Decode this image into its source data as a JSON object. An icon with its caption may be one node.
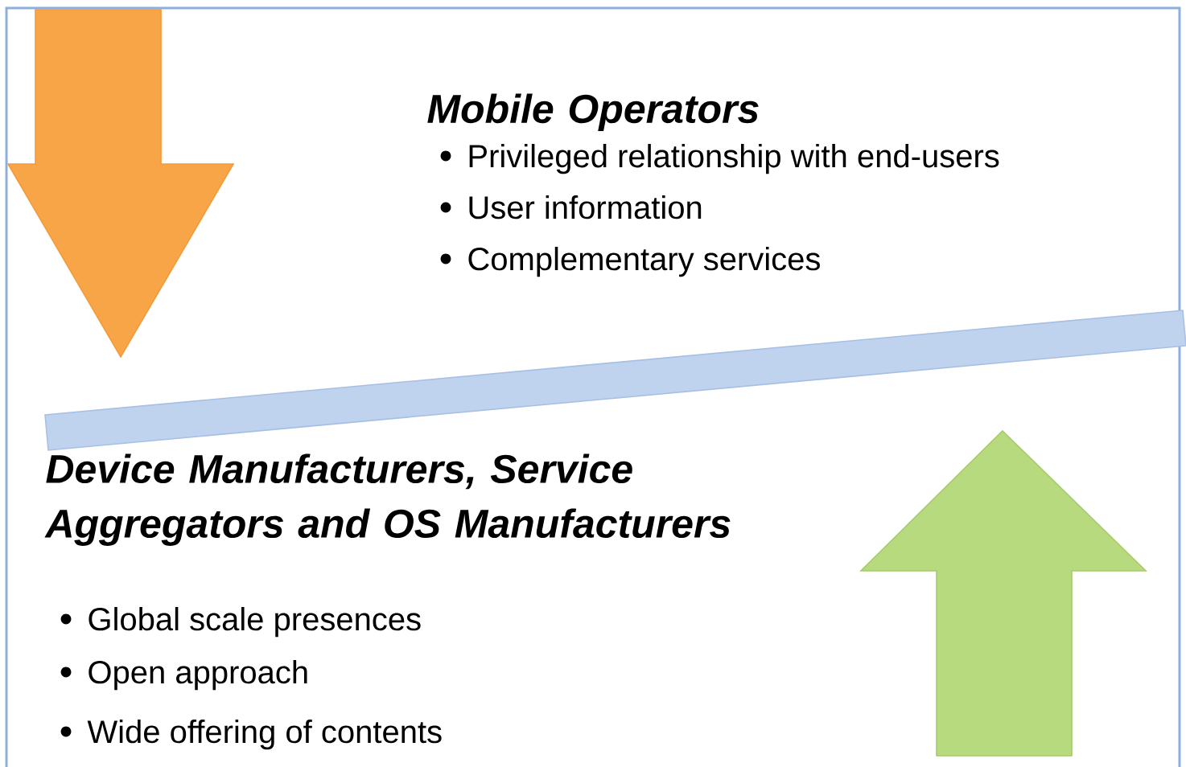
{
  "diagram": {
    "labels": [
      "Mobile Operators",
      "Privileged relationship with end-users",
      "User information",
      "Complementary services",
      "Device Manufacturers, Service Aggregators and OS Manufacturers",
      "Global scale presences",
      "Open approach",
      "Wide offering of contents"
    ]
  }
}
